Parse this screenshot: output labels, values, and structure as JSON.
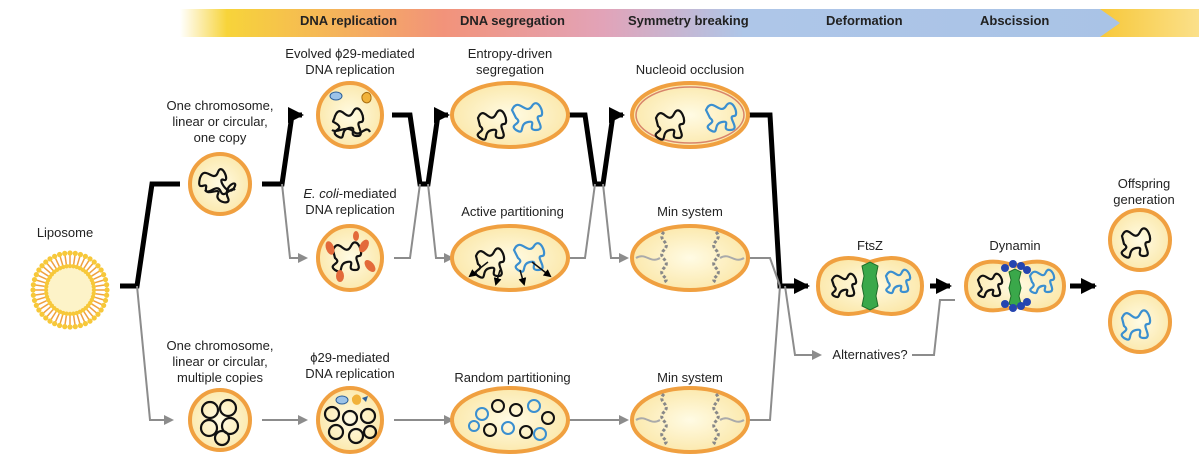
{
  "stages": [
    "DNA replication",
    "DNA segregation",
    "Symmetry breaking",
    "Deformation",
    "Abscission"
  ],
  "labels": {
    "liposome": "Liposome",
    "one_copy": "One chromosome,\nlinear or circular,\none copy",
    "multi_copy": "One chromosome,\nlinear or circular,\nmultiple copies",
    "evolved_phi29": "Evolved ϕ29-mediated\nDNA replication",
    "ecoli_prefix": "E. coli",
    "ecoli_suffix": "-mediated",
    "ecoli_line2": "DNA replication",
    "phi29": "ϕ29-mediated\nDNA replication",
    "entropy": "Entropy-driven\nsegregation",
    "active": "Active partitioning",
    "random": "Random partitioning",
    "nucleoid": "Nucleoid occlusion",
    "min_system_mid": "Min system",
    "min_system_bottom": "Min system",
    "ftsz": "FtsZ",
    "dynamin": "Dynamin",
    "alternatives": "Alternatives?",
    "offspring": "Offspring\ngeneration"
  },
  "colors": {
    "cell_fill": "#fdf3c8",
    "cell_border": "#f0a040",
    "cell_border_inner": "#c0403a",
    "dna_black": "#111111",
    "dna_blue": "#3a8fd0",
    "main_path": "#000000",
    "alt_path": "#8c8c8c",
    "ftsz": "#3aa84a",
    "dynamin": "#2545b0",
    "banner_start": "#f7d43a",
    "banner_mid": "#f08c7a",
    "banner_end": "#a9c3e6"
  }
}
